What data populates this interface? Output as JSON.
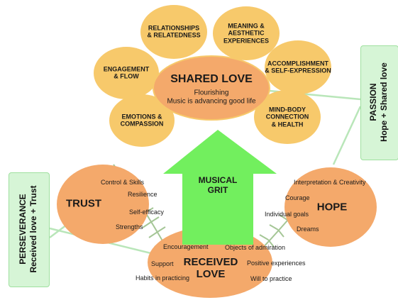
{
  "center": {
    "title": "SHARED LOVE",
    "line1": "Flourishing",
    "line2": "Music is advancing good life"
  },
  "petals": {
    "relationships": [
      "RELATIONSHIPS",
      "& RELATEDNESS"
    ],
    "meaning": [
      "MEANING &",
      "AESTHETIC",
      "EXPERIENCES"
    ],
    "engagement": [
      "ENGAGEMENT",
      "& FLOW"
    ],
    "accomplishment": [
      "ACCOMPLISHMENT",
      "& SELF-EXPRESSION"
    ],
    "emotions": [
      "EMOTIONS &",
      "COMPASSION"
    ],
    "mindbody": [
      "MIND-BODY",
      "CONNECTION",
      "& HEALTH"
    ]
  },
  "grit": [
    "MUSICAL",
    "GRIT"
  ],
  "trust": {
    "title": "TRUST",
    "items": [
      "Control & Skills",
      "Resilience",
      "Self-efficacy",
      "Strengths"
    ]
  },
  "hope": {
    "title": "HOPE",
    "items": [
      "Interpretation & Creativity",
      "Courage",
      "Individual goals",
      "Dreams"
    ]
  },
  "received": {
    "title_line1": "RECEIVED",
    "title_line2": "LOVE",
    "left_items": [
      "Encouragement",
      "Support",
      "Habits in practicing"
    ],
    "right_items": [
      "Objects of admiration",
      "Positive experiences",
      "Will to practice"
    ]
  },
  "passion": {
    "title": "PASSION",
    "subtitle": "Hope + Shared love"
  },
  "perseverance": {
    "title": "PERSEVERANCE",
    "subtitle": "Received love + Trust"
  },
  "colors": {
    "petal": "#f7c96b",
    "core": "#f4a96b",
    "big_circle": "#f4a96b",
    "arrow": "#72ef5e",
    "side_box": "#d6f5d6",
    "connector": "#b9e6b9",
    "fern": "#7fae6a"
  }
}
